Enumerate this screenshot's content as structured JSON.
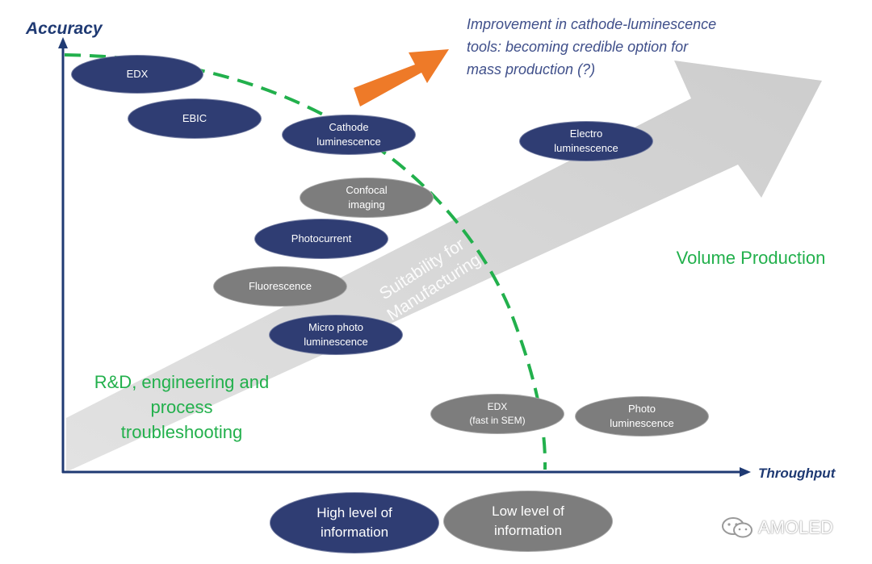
{
  "axes": {
    "y_label": "Accuracy",
    "x_label": "Throughput"
  },
  "arrow_label": "Suitability for\nManufacturing",
  "annotation": "Improvement in cathode-luminescence\ntools: becoming credible option for\nmass production (?)",
  "regions": {
    "left": "R&D, engineering and\nprocess\ntroubleshooting",
    "right": "Volume Production"
  },
  "techniques": [
    {
      "id": "edx",
      "label": "EDX",
      "style": "navy"
    },
    {
      "id": "ebic",
      "label": "EBIC",
      "style": "navy"
    },
    {
      "id": "cathode",
      "label": "Cathode\nluminescence",
      "style": "navy"
    },
    {
      "id": "electro",
      "label": "Electro\nluminescence",
      "style": "navy"
    },
    {
      "id": "confocal",
      "label": "Confocal\nimaging",
      "style": "grey"
    },
    {
      "id": "photocurrent",
      "label": "Photocurrent",
      "style": "navy"
    },
    {
      "id": "fluorescence",
      "label": "Fluorescence",
      "style": "grey"
    },
    {
      "id": "micro-pl",
      "label": "Micro photo\nluminescence",
      "style": "navy"
    },
    {
      "id": "edx-fast",
      "label": "EDX\n(fast in SEM)",
      "style": "grey"
    },
    {
      "id": "photo-lum",
      "label": "Photo\nluminescence",
      "style": "grey"
    }
  ],
  "legend": {
    "high": "High level of\ninformation",
    "low": "Low level of\ninformation"
  },
  "watermark": "AMOLED",
  "colors": {
    "navy": "#2f3d73",
    "grey": "#7d7d7d",
    "green": "#22b04c",
    "axis": "#1f3a73",
    "orange": "#ee7a28",
    "big_arrow": "#d6d6d6"
  },
  "icons": {
    "watermark_icon": "wechat-icon"
  }
}
